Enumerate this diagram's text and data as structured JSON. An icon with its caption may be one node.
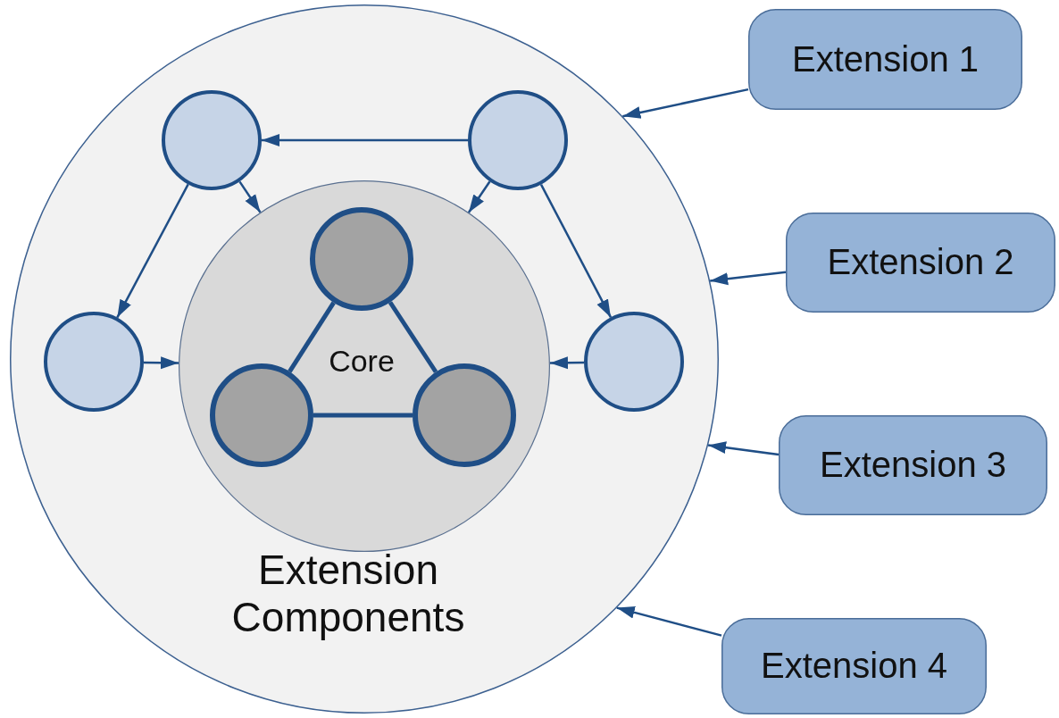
{
  "diagram": {
    "nodes": [
      {
        "text": [
          "Extension Components"
        ]
      },
      {
        "text": [
          "Core"
        ],
        "in": 0
      },
      {
        "text": [],
        "shape": "circle",
        "in": 0
      },
      {
        "text": [],
        "shape": "circle",
        "in": 0
      },
      {
        "text": [],
        "shape": "circle",
        "in": 0
      },
      {
        "text": [],
        "shape": "circle",
        "in": 0
      },
      {
        "text": [],
        "shape": "circle",
        "in": 1
      },
      {
        "text": [],
        "shape": "circle",
        "in": 1
      },
      {
        "text": [],
        "shape": "circle",
        "in": 1
      },
      {
        "text": [
          "Extension 1"
        ]
      },
      {
        "text": [
          "Extension 2"
        ]
      },
      {
        "text": [
          "Extension 3"
        ]
      },
      {
        "text": [
          "Extension 4"
        ]
      }
    ],
    "edges": [
      {
        "from": 9,
        "to": 0,
        "arrow": "to"
      },
      {
        "from": 10,
        "to": 0,
        "arrow": "to"
      },
      {
        "from": 11,
        "to": 0,
        "arrow": "to"
      },
      {
        "from": 12,
        "to": 0,
        "arrow": "to"
      },
      {
        "from": 3,
        "to": 2,
        "arrow": "to"
      },
      {
        "from": 2,
        "to": 1,
        "arrow": "to"
      },
      {
        "from": 3,
        "to": 1,
        "arrow": "to"
      },
      {
        "from": 2,
        "to": 4,
        "arrow": "to"
      },
      {
        "from": 3,
        "to": 5,
        "arrow": "to"
      },
      {
        "from": 4,
        "to": 1,
        "arrow": "to"
      },
      {
        "from": 5,
        "to": 1,
        "arrow": "to"
      },
      {
        "from": 6,
        "to": 7,
        "arrow": "none",
        "style": "thick"
      },
      {
        "from": 7,
        "to": 8,
        "arrow": "none",
        "style": "thick"
      },
      {
        "from": 6,
        "to": 8,
        "arrow": "none",
        "style": "thick"
      }
    ]
  }
}
